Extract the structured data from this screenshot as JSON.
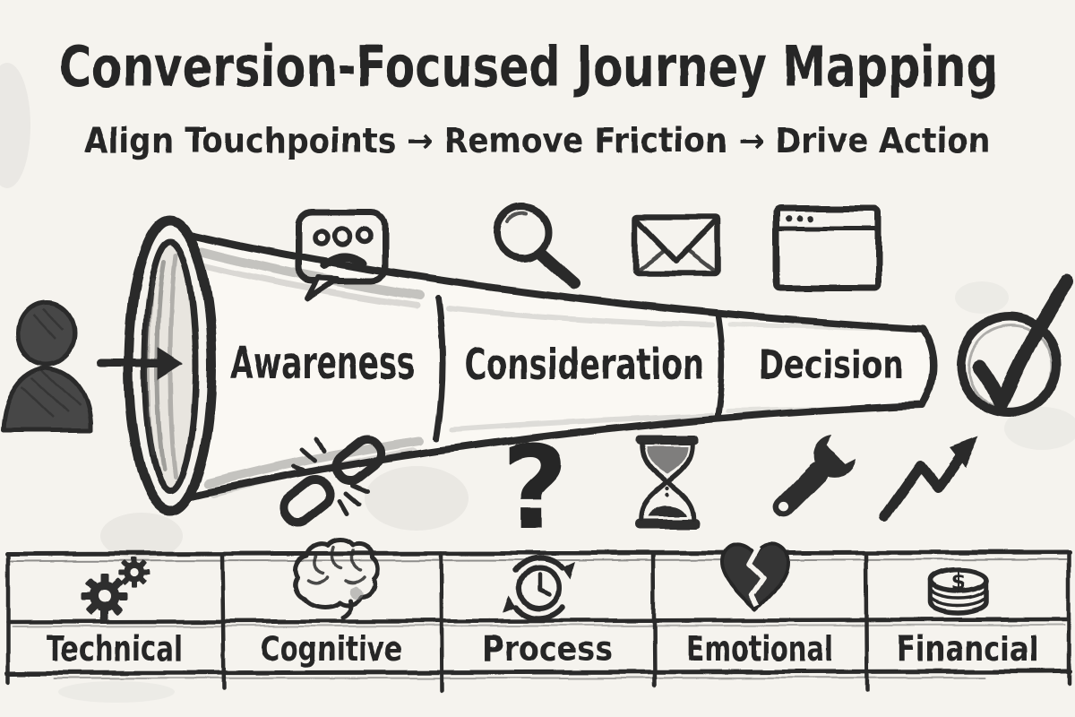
{
  "colors": {
    "paper": "#f5f3ee",
    "ink": "#262626",
    "pencil_gray": "#7a7a7a"
  },
  "header": {
    "title": "Conversion-Focused Journey Mapping",
    "subtitle": "Align Touchpoints → Remove Friction → Drive Action"
  },
  "journey": {
    "actor_icon": "person-silhouette",
    "entry_arrow_icon": "right-arrow",
    "stages": [
      "Awareness",
      "Consideration",
      "Decision"
    ],
    "outcome_icon": "check-circle",
    "touchpoint_icons": [
      "chat-bubble",
      "magnifying-glass",
      "envelope",
      "browser-window"
    ],
    "friction_icons": [
      "broken-link",
      "question-mark",
      "hourglass",
      "wrench",
      "growth-arrow"
    ],
    "question_glyph": "?"
  },
  "friction_table": {
    "columns": [
      {
        "icon": "gears",
        "label": "Technical"
      },
      {
        "icon": "brain",
        "label": "Cognitive"
      },
      {
        "icon": "clock-cycle",
        "label": "Process"
      },
      {
        "icon": "broken-heart",
        "label": "Emotional"
      },
      {
        "icon": "coins",
        "label": "Financial"
      }
    ],
    "currency_glyph": "$"
  }
}
